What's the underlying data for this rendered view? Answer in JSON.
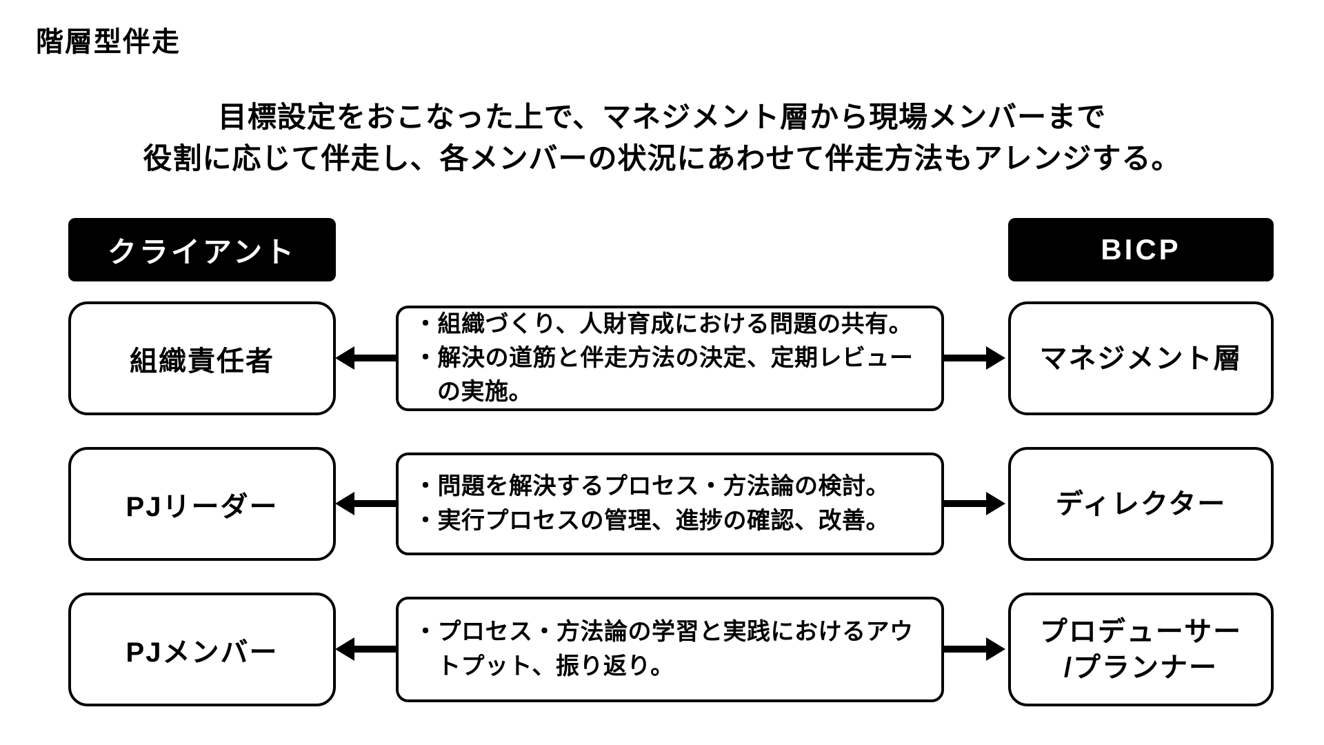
{
  "page": {
    "title": "階層型伴走",
    "subtitle": "目標設定をおこなった上で、マネジメント層から現場メンバーまで\n役割に応じて伴走し、各メンバーの状況にあわせて伴走方法もアレンジする。"
  },
  "headers": {
    "left": "クライアント",
    "right": "BICP"
  },
  "rows": [
    {
      "left": "組織責任者",
      "right": "マネジメント層",
      "bullets": [
        "・組織づくり、人財育成における問題の共有。",
        "・解決の道筋と伴走方法の決定、定期レビューの実施。"
      ]
    },
    {
      "left": "PJリーダー",
      "right": "ディレクター",
      "bullets": [
        "・問題を解決するプロセス・方法論の検討。",
        "・実行プロセスの管理、進捗の確認、改善。"
      ]
    },
    {
      "left": "PJメンバー",
      "right": "プロデューサー\n/プランナー",
      "bullets": [
        "・プロセス・方法論の学習と実践におけるアウトプット、振り返り。"
      ]
    }
  ],
  "colors": {
    "header_fill": "#000000",
    "header_text": "#ffffff",
    "border": "#000000",
    "background": "#ffffff"
  }
}
